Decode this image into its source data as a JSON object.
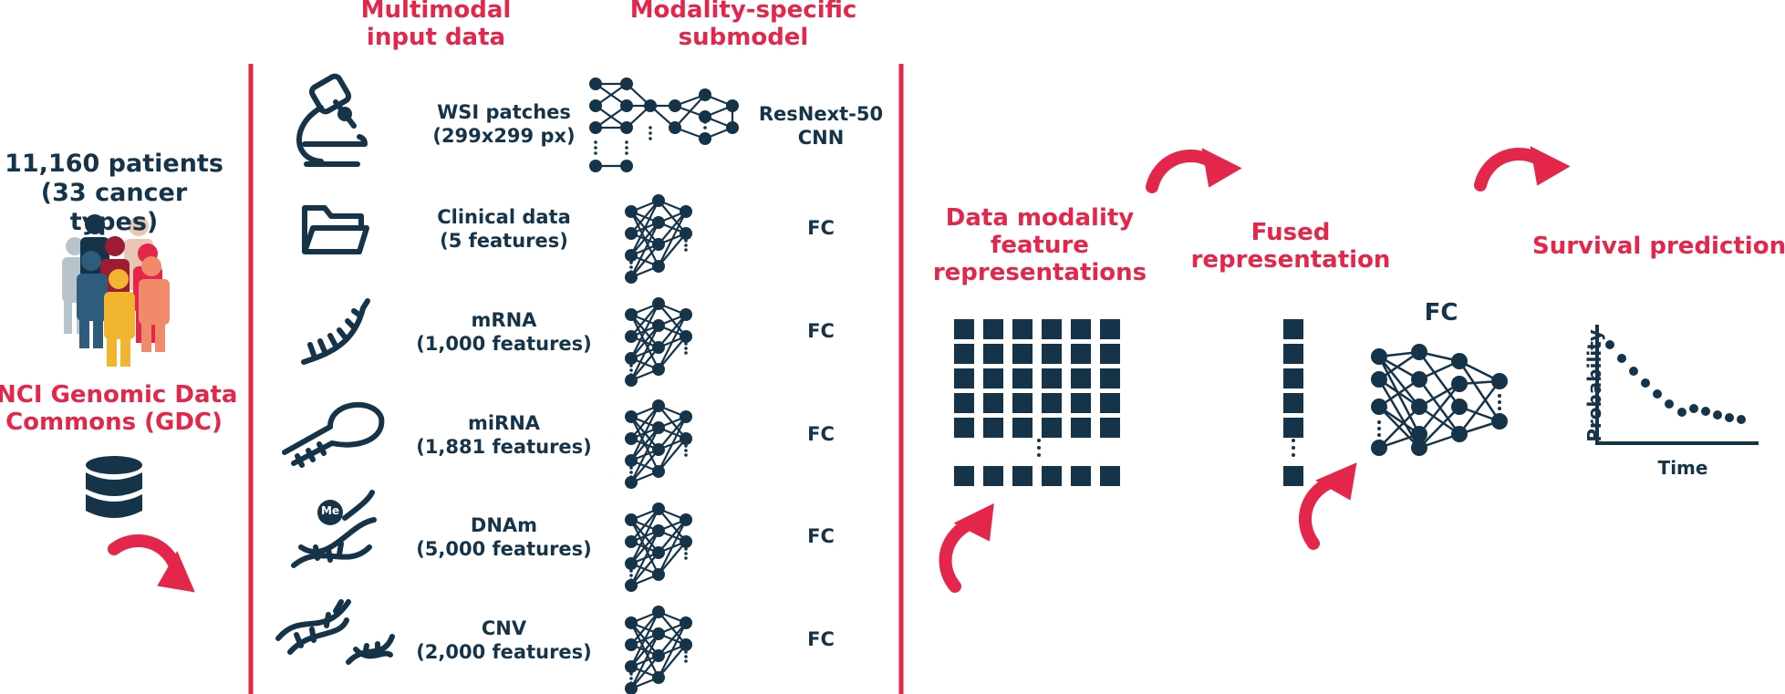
{
  "colors": {
    "accent": "#E4264A",
    "navy": "#15344A"
  },
  "source": {
    "patients_line1": "11,160 patients",
    "patients_line2": "(33 cancer types)",
    "gdc_line1": "NCI Genomic Data",
    "gdc_line2": "Commons (GDC)"
  },
  "headers": {
    "input_line1": "Multimodal",
    "input_line2": "input data",
    "submodel_line1": "Modality-specific",
    "submodel_line2": "submodel"
  },
  "modalities": [
    {
      "icon": "microscope-icon",
      "name": "WSI patches",
      "detail": "(299x299 px)",
      "submodel_line1": "ResNext-50",
      "submodel_line2": "CNN"
    },
    {
      "icon": "folder-icon",
      "name": "Clinical data",
      "detail": "(5 features)",
      "submodel_line1": "FC",
      "submodel_line2": ""
    },
    {
      "icon": "mrna-strand-icon",
      "name": "mRNA",
      "detail": "(1,000 features)",
      "submodel_line1": "FC",
      "submodel_line2": ""
    },
    {
      "icon": "mirna-hairpin-icon",
      "name": "miRNA",
      "detail": "(1,881 features)",
      "submodel_line1": "FC",
      "submodel_line2": ""
    },
    {
      "icon": "dna-methylation-icon",
      "name": "DNAm",
      "detail": "(5,000 features)",
      "submodel_line1": "FC",
      "submodel_line2": ""
    },
    {
      "icon": "dna-helix-icon",
      "name": "CNV",
      "detail": "(2,000 features)",
      "submodel_line1": "FC",
      "submodel_line2": ""
    }
  ],
  "methyl_badge": "Me",
  "stages": {
    "features_line1": "Data modality",
    "features_line2": "feature",
    "features_line3": "representations",
    "fused_line1": "Fused",
    "fused_line2": "representation",
    "fc_label": "FC",
    "survival": "Survival prediction"
  },
  "survival_plot": {
    "ylabel": "Probability",
    "xlabel": "Time"
  }
}
